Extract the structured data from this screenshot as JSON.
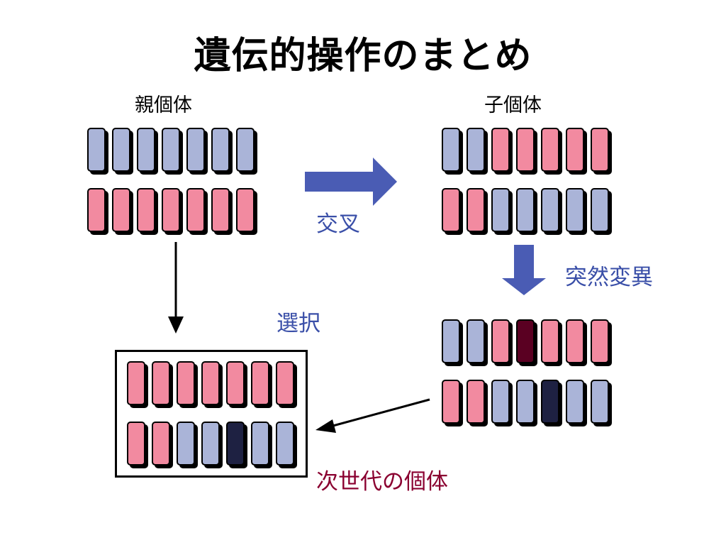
{
  "title": "遺伝的操作のまとめ",
  "labels": {
    "parent": "親個体",
    "child": "子個体",
    "crossover": "交叉",
    "mutation": "突然変異",
    "selection": "選択",
    "next_generation": "次世代の個体"
  },
  "colors": {
    "L": "#aab4d8",
    "P": "#f28aa0",
    "DR": "#5a0022",
    "DB": "#1e2142",
    "op_label": "#3a4fa8",
    "next_label": "#8a0030",
    "block_arrow": "#4a5cb4"
  },
  "chromosomes": {
    "parent": [
      [
        "L",
        "L",
        "L",
        "L",
        "L",
        "L",
        "L"
      ],
      [
        "P",
        "P",
        "P",
        "P",
        "P",
        "P",
        "P"
      ]
    ],
    "child": [
      [
        "L",
        "L",
        "P",
        "P",
        "P",
        "P",
        "P"
      ],
      [
        "P",
        "P",
        "L",
        "L",
        "L",
        "L",
        "L"
      ]
    ],
    "mutated": [
      [
        "L",
        "L",
        "P",
        "DR",
        "P",
        "P",
        "P"
      ],
      [
        "P",
        "P",
        "L",
        "L",
        "DB",
        "L",
        "L"
      ]
    ],
    "next_generation": [
      [
        "P",
        "P",
        "P",
        "P",
        "P",
        "P",
        "P"
      ],
      [
        "P",
        "P",
        "L",
        "L",
        "DB",
        "L",
        "L"
      ]
    ]
  }
}
